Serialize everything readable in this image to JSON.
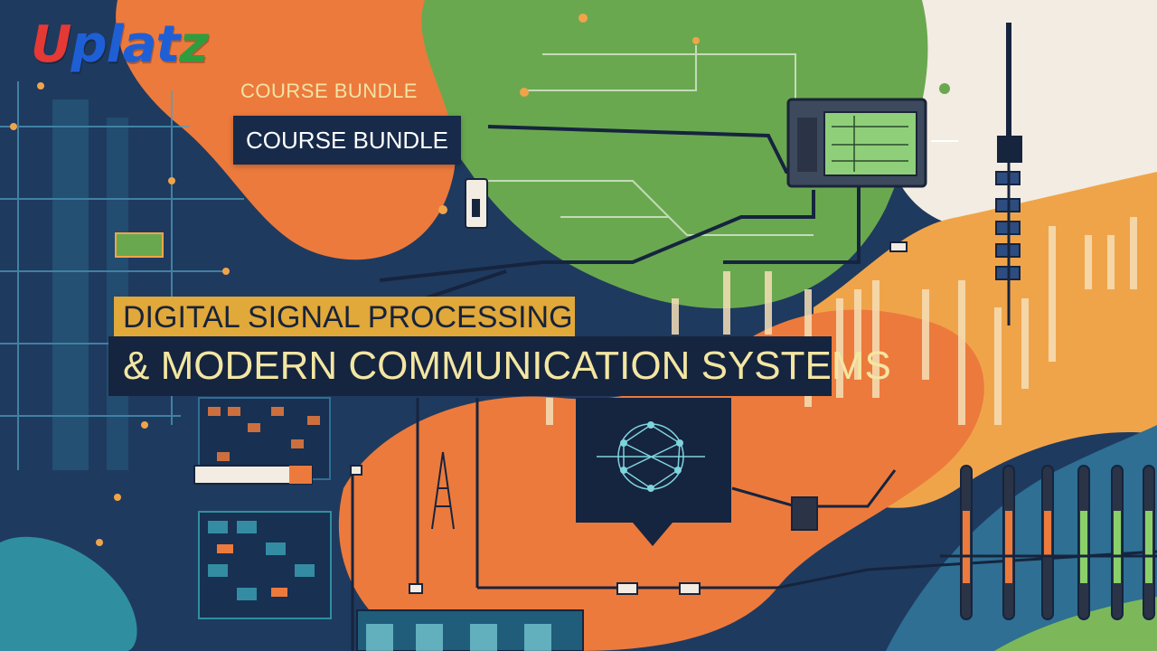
{
  "logo": {
    "u": "U",
    "plat": "plat",
    "z": "z"
  },
  "course_bundle_plain": "COURSE BUNDLE",
  "course_bundle_boxed": "COURSE BUNDLE",
  "title_line1": "DIGITAL SIGNAL PROCESSING",
  "title_line2": "& MODERN COMMUNICATION SYSTEMS",
  "colors": {
    "navy": "#1f3a5f",
    "orange": "#ec7a3c",
    "green": "#6aa84f",
    "amber": "#f0a44a",
    "cream": "#f3ece2",
    "teal": "#2f8fa0",
    "logo_red": "#e53935",
    "logo_blue": "#1e5fd6",
    "logo_green": "#2e9d3e"
  }
}
